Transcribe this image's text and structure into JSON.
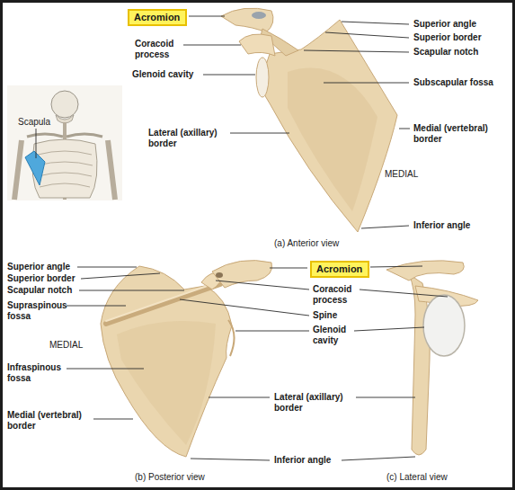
{
  "diagram": {
    "nodes": [
      {
        "text": [
          "Acromion"
        ]
      },
      {
        "text": [
          "Acromion"
        ]
      }
    ],
    "labels": [
      "Coracoid process",
      "Glenoid cavity",
      "Lateral (axillary) border",
      "Superior angle",
      "Superior border",
      "Scapular notch",
      "Subscapular fossa",
      "Medial (vertebral) border",
      "MEDIAL",
      "Inferior angle",
      "(a) Anterior view",
      "Scapula",
      "Superior angle",
      "Superior border",
      "Scapular notch",
      "Supraspinous fossa",
      "MEDIAL",
      "Infraspinous fossa",
      "Medial (vertebral) border",
      "Coracoid process",
      "Spine",
      "Glenoid cavity",
      "Lateral (axillary) border",
      "Inferior angle",
      "(b) Posterior view",
      "(c) Lateral view"
    ]
  }
}
